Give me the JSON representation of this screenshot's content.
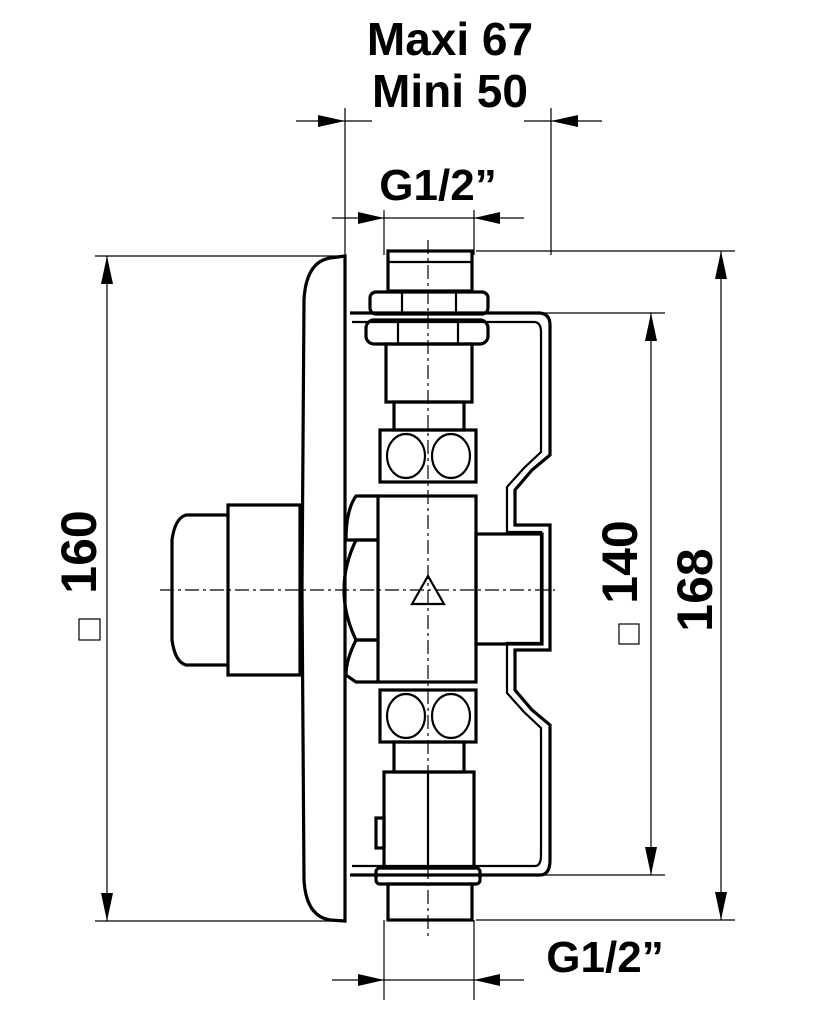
{
  "labels": {
    "maxi": "Maxi 67",
    "mini": "Mini 50",
    "g_top": "G1/2”",
    "g_bottom": "G1/2”",
    "dim_160": "160",
    "dim_140": "140",
    "dim_168": "168"
  },
  "symbols": {
    "square_symbol": "□"
  }
}
